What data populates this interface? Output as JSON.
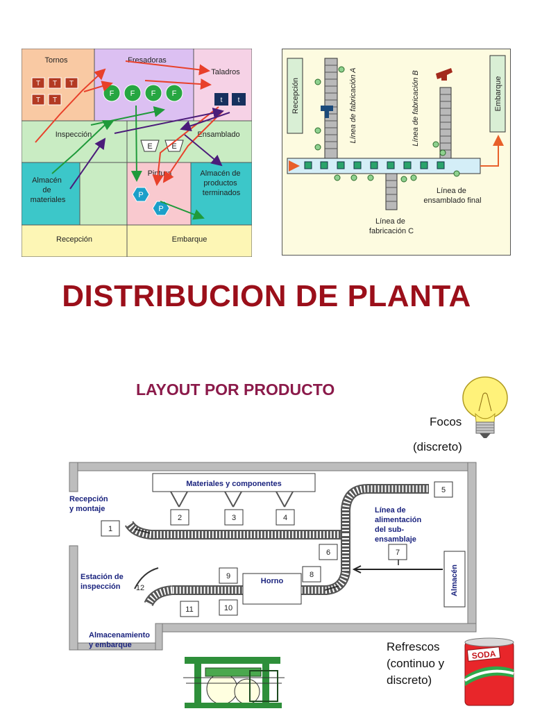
{
  "process_layout": {
    "zones": {
      "tornos": "Tornos",
      "fresadoras": "Fresadoras",
      "taladros": "Taladros",
      "inspeccion": "Inspección",
      "ensamblado": "Ensamblado",
      "almacen_materiales": [
        "Almacén",
        "de",
        "materiales"
      ],
      "pintura": "Pintura",
      "almacen_terminados": [
        "Almacén de",
        "productos",
        "terminados"
      ],
      "recepcion": "Recepción",
      "embarque": "Embarque"
    },
    "machine_letters": {
      "torno": "T",
      "fresadora": "F",
      "taladro": "t",
      "ensamble": "E",
      "pintura": "P"
    }
  },
  "product_line_layout": {
    "recepcion": "Recepción",
    "embarque": "Embarque",
    "linea_a": "Línea de fabricación A",
    "linea_b": "Línea de fabricación B",
    "linea_c": [
      "Línea de",
      "fabricación C"
    ],
    "ensamblado_final": [
      "Línea de",
      "ensamblado final"
    ]
  },
  "title": "DISTRIBUCION DE PLANTA",
  "subtitle": "LAYOUT POR PRODUCTO",
  "focos": {
    "label": "Focos",
    "note": "(discreto)"
  },
  "refrescos": {
    "lines": [
      "Refrescos",
      "(continuo y",
      "discreto)"
    ],
    "can_label": "SODA"
  },
  "floor_plan": {
    "materiales": "Materiales y componentes",
    "recepcion": [
      "Recepción",
      "y montaje"
    ],
    "estacion": [
      "Estación de",
      "inspección"
    ],
    "almacenamiento": [
      "Almacenamiento",
      "y embarque"
    ],
    "linea_alim": [
      "Línea de",
      "alimentación",
      "del sub-",
      "ensamblaje"
    ],
    "horno": "Horno",
    "almacen": "Almacén",
    "stations": [
      "1",
      "2",
      "3",
      "4",
      "5",
      "6",
      "7",
      "8",
      "9",
      "10",
      "11",
      "12"
    ]
  },
  "colors": {
    "title_red": "#9b0f1a",
    "subtitle": "#8b1a4a",
    "label_blue": "#1a237e"
  }
}
